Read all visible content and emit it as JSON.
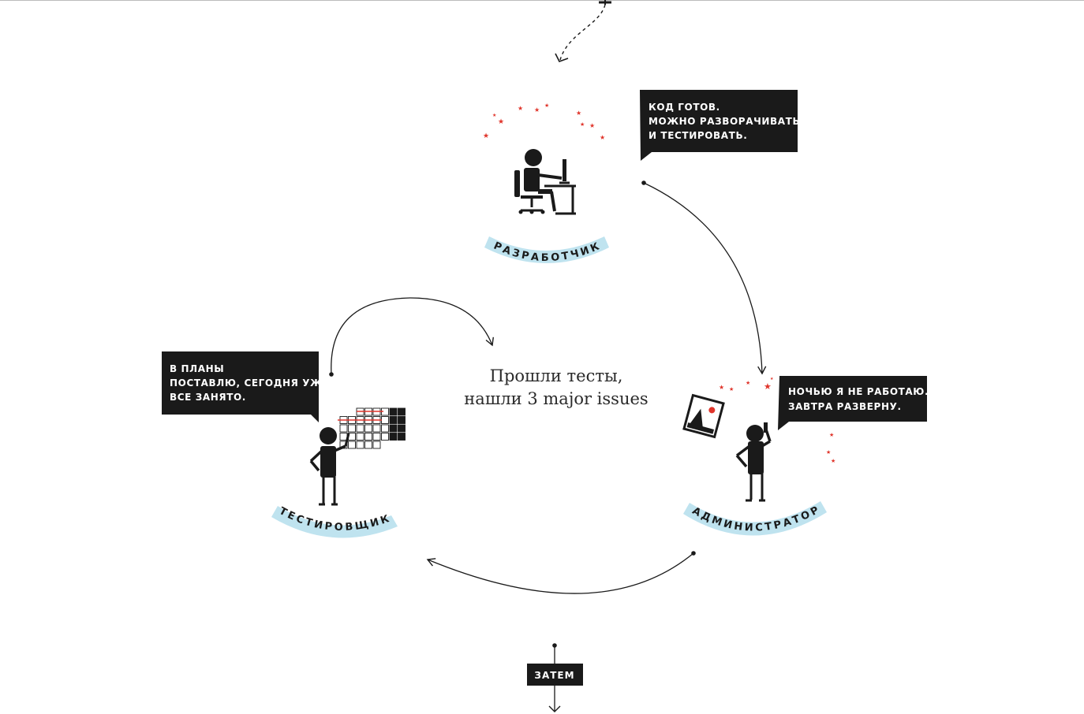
{
  "center_caption": {
    "line1": "Прошли тесты,",
    "line2": "нашли 3 major issues"
  },
  "roles": {
    "developer": {
      "label": "РАЗРАБОТЧИК",
      "speech": [
        "КОД ГОТОВ.",
        "МОЖНО РАЗВОРАЧИВАТЬ",
        "И ТЕСТИРОВАТЬ."
      ]
    },
    "tester": {
      "label": "ТЕСТИРОВЩИК",
      "speech": [
        "В ПЛАНЫ",
        "ПОСТАВЛЮ, СЕГОДНЯ УЖЕ",
        "ВСЕ ЗАНЯТО."
      ]
    },
    "admin": {
      "label": "АДМИНИСТРАТОР",
      "speech": [
        "НОЧЬЮ Я НЕ РАБОТАЮ.",
        "ЗАВТРА РАЗВЕРНУ."
      ]
    }
  },
  "next_step": {
    "label": "ЗАТЕМ"
  },
  "colors": {
    "ink": "#1a1a1a",
    "accent_red": "#e0352b",
    "ribbon_blue": "#bfe3ef",
    "callout_bg": "#1a1a1a"
  },
  "icons": [
    "moon-icon",
    "star-icon",
    "developer-at-desk-icon",
    "tester-with-board-icon",
    "admin-on-phone-icon",
    "photo-frame-icon"
  ]
}
